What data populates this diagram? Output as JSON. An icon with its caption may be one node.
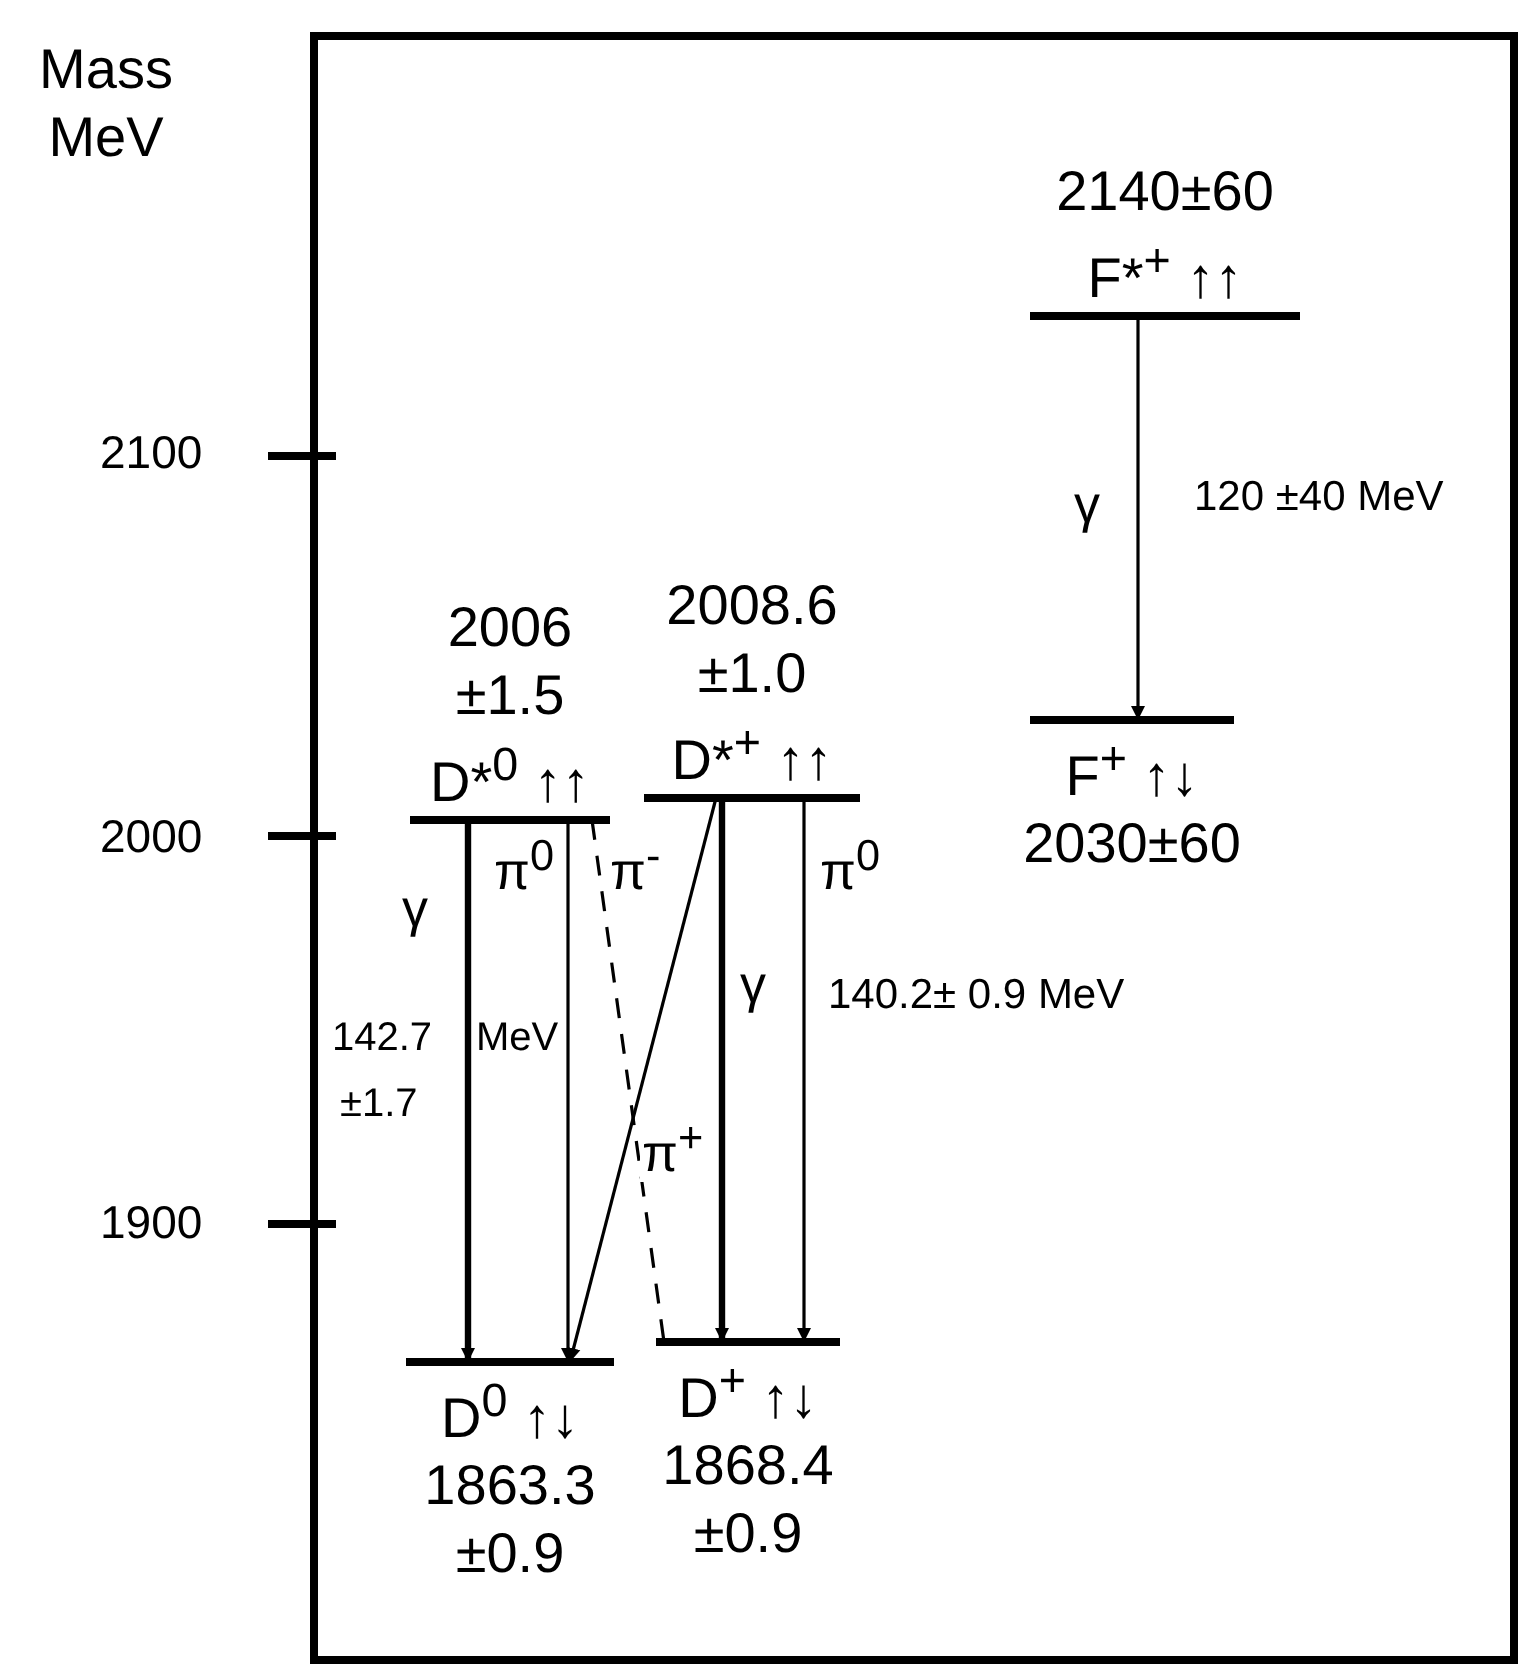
{
  "diagram": {
    "nodes": [
      {
        "text": [
          "2006 ±1.5",
          "D*$^{0}$ ↑↑"
        ]
      },
      {
        "text": [
          "2008.6 ±1.0",
          "D*$^{+}$ ↑↑"
        ]
      },
      {
        "text": [
          "D$^{0}$ ↑↓",
          "1863.3 ±0.9"
        ]
      },
      {
        "text": [
          "D$^{+}$ ↑↓",
          "1868.4 ±0.9"
        ]
      },
      {
        "text": [
          "2140±60",
          "F*$^{+}$ ↑↑"
        ]
      },
      {
        "text": [
          "F$^{+}$ ↑↓",
          "2030±60"
        ]
      }
    ],
    "edges": [
      {
        "from": 0,
        "to": 2,
        "arrow": "to",
        "label": "γ",
        "style": "thick"
      },
      {
        "from": 0,
        "to": 2,
        "arrow": "to",
        "label": "π$^{0}$"
      },
      {
        "from": 0,
        "to": 3,
        "arrow": "none",
        "label": "π$^{-}$",
        "style": "dashed"
      },
      {
        "from": 1,
        "to": 2,
        "arrow": "to",
        "label": "π$^{+}$"
      },
      {
        "from": 1,
        "to": 3,
        "arrow": "to",
        "label": "γ",
        "style": "thick"
      },
      {
        "from": 1,
        "to": 3,
        "arrow": "to",
        "label": "π$^{0}$"
      },
      {
        "from": 4,
        "to": 5,
        "arrow": "to",
        "label": "γ"
      }
    ],
    "labels": [
      "Mass MeV",
      "2100",
      "2000",
      "1900",
      "120 ±40 MeV",
      "142.7",
      "MeV",
      "±1.7",
      "140.2± 0.9 MeV"
    ]
  }
}
